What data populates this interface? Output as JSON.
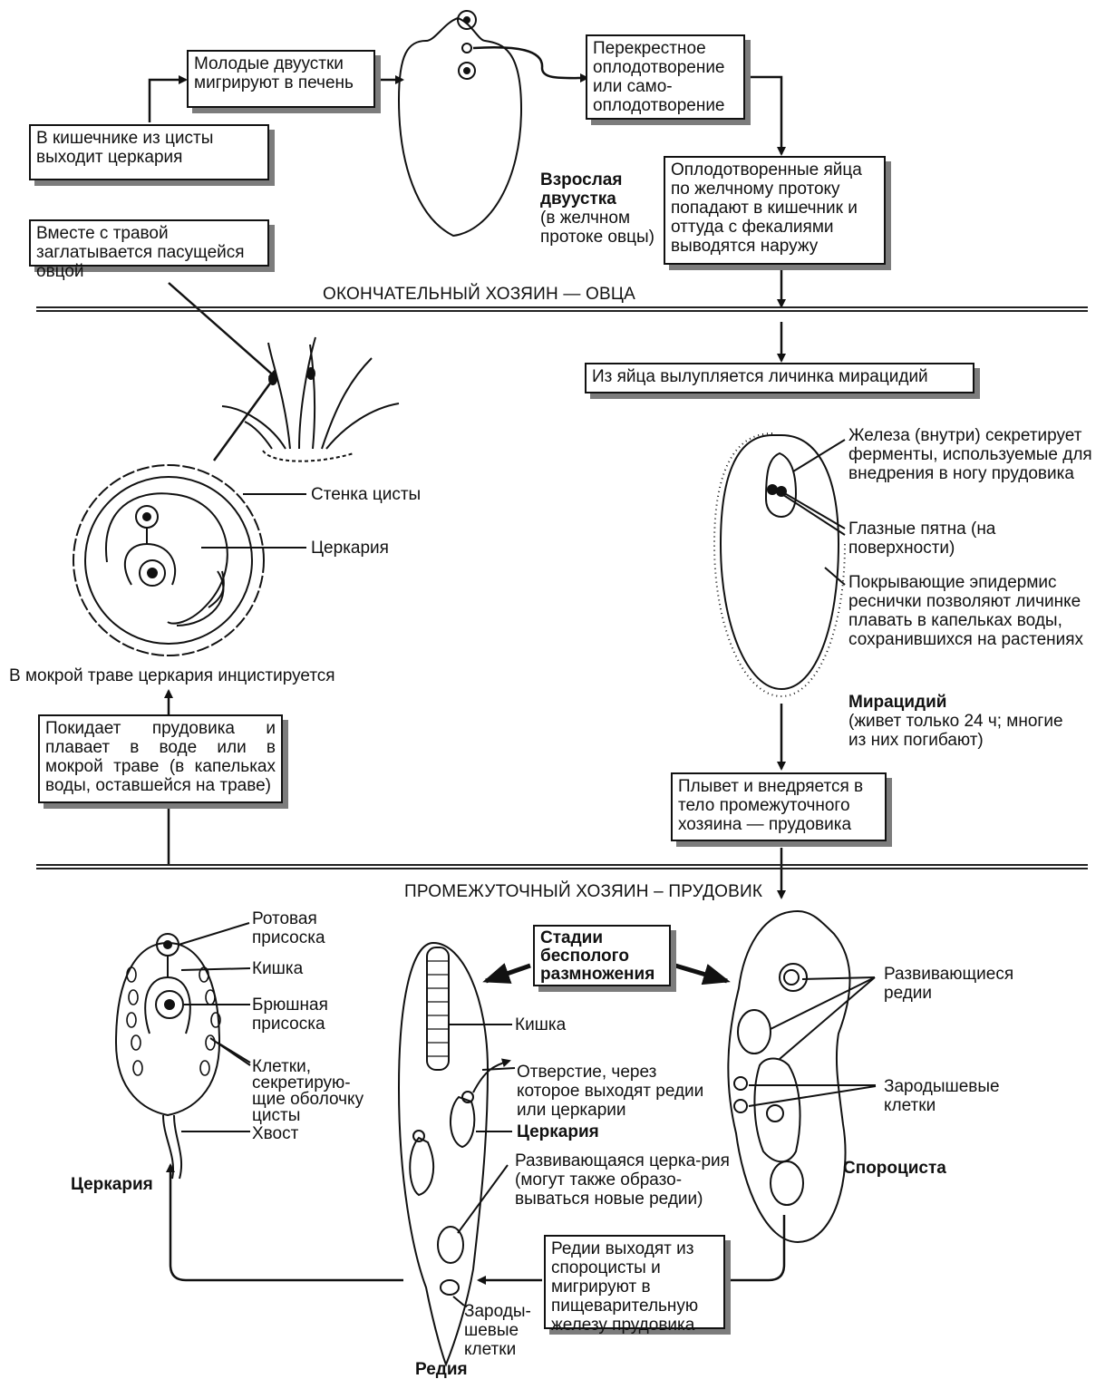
{
  "boxes": {
    "young_flukes": "Молодые двуустки мигрируют в печень",
    "cross_fert": "Перекрестное оплодотворение или само-оплодотворение",
    "cercaria_exits": "В кишечнике из цисты выходит церкария",
    "swallowed": "Вместе с травой заглатывается пасущейся овцой",
    "eggs_out": "Оплодотворенные яйца по желчному протоку попадают в кишечник и оттуда с фекалиями выводятся наружу",
    "miracidium_hatch": "Из яйца вылупляется личинка мирацидий",
    "leaves_snail": "Покидает прудовика и плавает в воде или в мокрой траве (в капельках воды, оставшейся на траве)",
    "swims_into": "Плывет и внедряется в тело промежуточного хозяина — прудовика",
    "asexual": "Стадии бесполого размножения",
    "redia_exit": "Редии выходят из спороцисты и мигрируют в пищеварительную железу прудовика"
  },
  "headings": {
    "final_host": "ОКОНЧАТЕЛЬНЫЙ ХОЗЯИН — ОВЦА",
    "intermediate_host": "ПРОМЕЖУТОЧНЫЙ ХОЗЯИН – ПРУДОВИК"
  },
  "adult": {
    "title": "Взрослая двуустка",
    "note": "(в желчном протоке овцы)"
  },
  "cyst": {
    "wall": "Стенка цисты",
    "cercaria": "Церкария",
    "caption": "В мокрой траве церкария инцистируется"
  },
  "miracidium": {
    "gland": "Железа (внутри) секретирует ферменты, используемые для внедрения в ногу прудовика",
    "eyespots": "Глазные пятна (на поверхности)",
    "cilia": "Покрывающие эпидермис реснички позволяют личинке плавать в капельках воды, сохранившихся на растениях",
    "title": "Мирацидий",
    "note": "(живет только 24 ч; многие из них погибают)"
  },
  "cercaria": {
    "oral_sucker": "Ротовая присоска",
    "gut": "Кишка",
    "ventral_sucker": "Брюшная присоска",
    "cells": "Клетки, секретирую-щие оболочку цисты",
    "tail": "Хвост",
    "title": "Церкария"
  },
  "redia": {
    "gut": "Кишка",
    "opening": "Отверстие, через которое выходят редии или церкарии",
    "cercaria": "Церкария",
    "developing": "Развивающаяся церка-рия (могут также образо-вываться новые редии)",
    "germ_cells": "Зароды-шевые клетки",
    "title": "Редия"
  },
  "sporocyst": {
    "rediae": "Развивающиеся редии",
    "germ_cells": "Зародышевые клетки",
    "title": "Спороциста"
  }
}
